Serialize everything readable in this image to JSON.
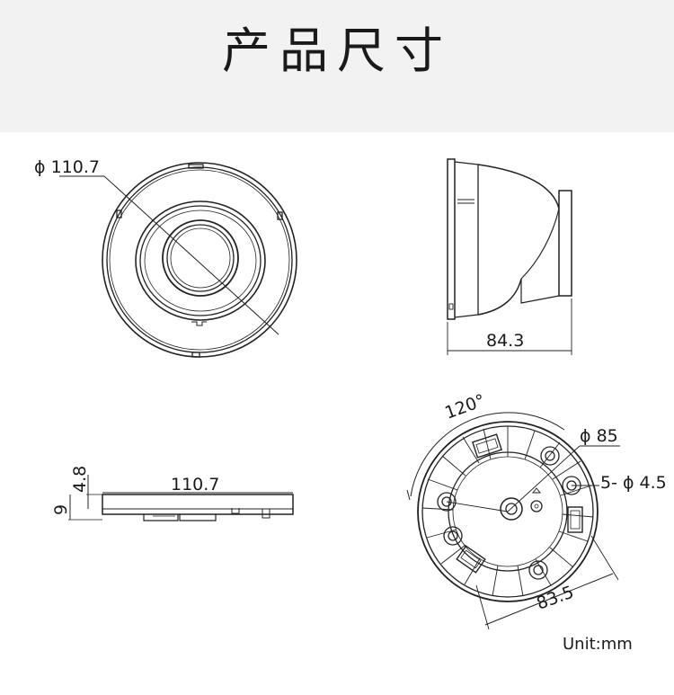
{
  "header": {
    "title": "产品尺寸"
  },
  "front_view": {
    "diameter_label": "ϕ 110.7"
  },
  "side_view": {
    "depth_label": "84.3"
  },
  "bottom_profile": {
    "width_label": "110.7",
    "height_label_small": "4.8",
    "height_label_large": "9"
  },
  "mount_base": {
    "angle_label": "120°",
    "ring_label": "ϕ 85",
    "holes_label": "5- ϕ 4.5",
    "base_label": "83.5"
  },
  "units": {
    "label": "Unit:mm"
  }
}
